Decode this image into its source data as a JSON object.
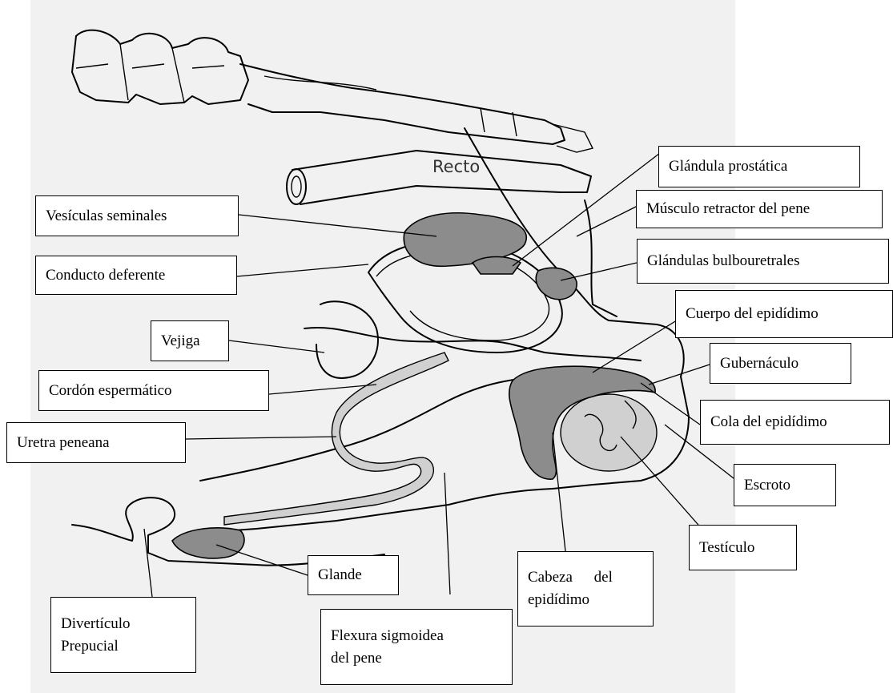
{
  "diagram": {
    "inline_label": "Recto",
    "labels": {
      "glandula_prostatica": "Glándula prostática",
      "musculo_retractor": "Músculo retractor del pene",
      "vesiculas_seminales": "Vesículas seminales",
      "glandulas_bulbouretrales": "Glándulas bulbouretrales",
      "conducto_deferente": "Conducto deferente",
      "cuerpo_epididimo": "Cuerpo del epidídimo",
      "vejiga": "Vejiga",
      "gubernaculo": "Gubernáculo",
      "cordon_espermatico": "Cordón espermático",
      "cola_epididimo": "Cola del epidídimo",
      "uretra_peneana": "Uretra peneana",
      "escroto": "Escroto",
      "testiculo": "Testículo",
      "glande": "Glande",
      "cabeza_epididimo_1": "Cabeza del",
      "cabeza_epididimo_2": "epidídimo",
      "diverticulo_1": "Divertículo",
      "diverticulo_2": "Prepucial",
      "flexura_1": "Flexura sigmoidea",
      "flexura_2": "del pene"
    }
  }
}
